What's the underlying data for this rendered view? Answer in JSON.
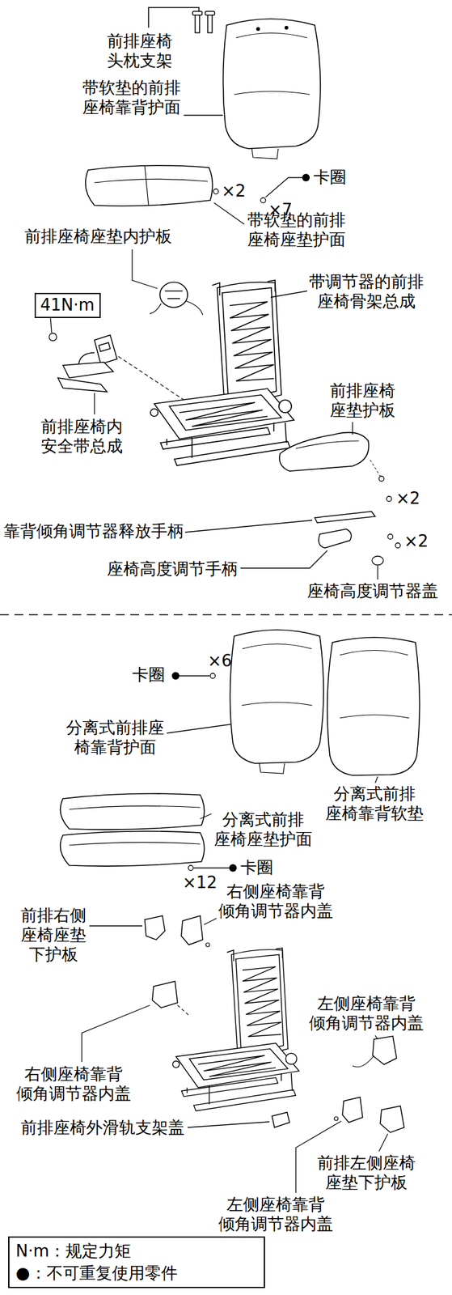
{
  "diagram": {
    "nodes": [
      {
        "text": [
          "41N·m"
        ]
      }
    ],
    "labels": [
      "前排座椅 头枕支架",
      "带软垫的前排 座椅靠背护面",
      "×2",
      "卡圈",
      "×7",
      "前排座椅座垫内护板",
      "带软垫的前排 座椅座垫护面",
      "带调节器的前排 座椅骨架总成",
      "前排座椅内 安全带总成",
      "前排座椅 座垫护板",
      "×2",
      "靠背倾角调节器释放手柄",
      "×2",
      "座椅高度调节手柄",
      "座椅高度调节器盖",
      "卡圈",
      "×6",
      "分离式前排座 椅靠背护面",
      "分离式前排 座椅靠背软垫",
      "分离式前排 座椅座垫护面",
      "×12",
      "卡圈",
      "前排右侧 座椅座垫 下护板",
      "右侧座椅靠背 倾角调节器内盖",
      "右侧座椅靠背 倾角调节器内盖",
      "左侧座椅靠背 倾角调节器内盖",
      "前排座椅外滑轨支架盖",
      "前排左侧座椅 座垫下护板",
      "左侧座椅靠背 倾角调节器内盖"
    ],
    "legend": [
      {
        "text": "N·m：规定力矩"
      },
      {
        "text": "●：不可重复使用零件"
      }
    ]
  }
}
